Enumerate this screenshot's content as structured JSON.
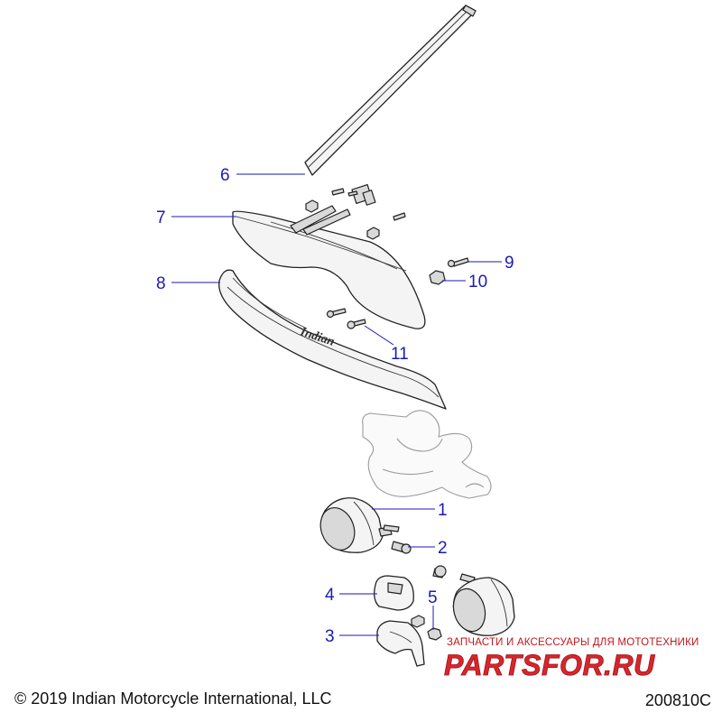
{
  "callouts": [
    {
      "id": "1",
      "label": "1"
    },
    {
      "id": "2",
      "label": "2"
    },
    {
      "id": "3",
      "label": "3"
    },
    {
      "id": "4",
      "label": "4"
    },
    {
      "id": "5",
      "label": "5"
    },
    {
      "id": "6",
      "label": "6"
    },
    {
      "id": "7",
      "label": "7"
    },
    {
      "id": "8",
      "label": "8"
    },
    {
      "id": "9",
      "label": "9"
    },
    {
      "id": "10",
      "label": "10"
    },
    {
      "id": "11",
      "label": "11"
    }
  ],
  "footer": {
    "copyright": "© 2019 Indian Motorcycle International, LLC",
    "drawing_number": "200810C"
  },
  "watermark": {
    "tagline": "ЗАПЧАСТИ И АКСЕССУАРЫ ДЛЯ МОТОТЕХНИКИ",
    "logo": "PARTSFOR.RU"
  },
  "brand_script": "Indian",
  "colors": {
    "callout": "#1a1ab8",
    "line_art": "#222222",
    "watermark": "#c2151b"
  }
}
